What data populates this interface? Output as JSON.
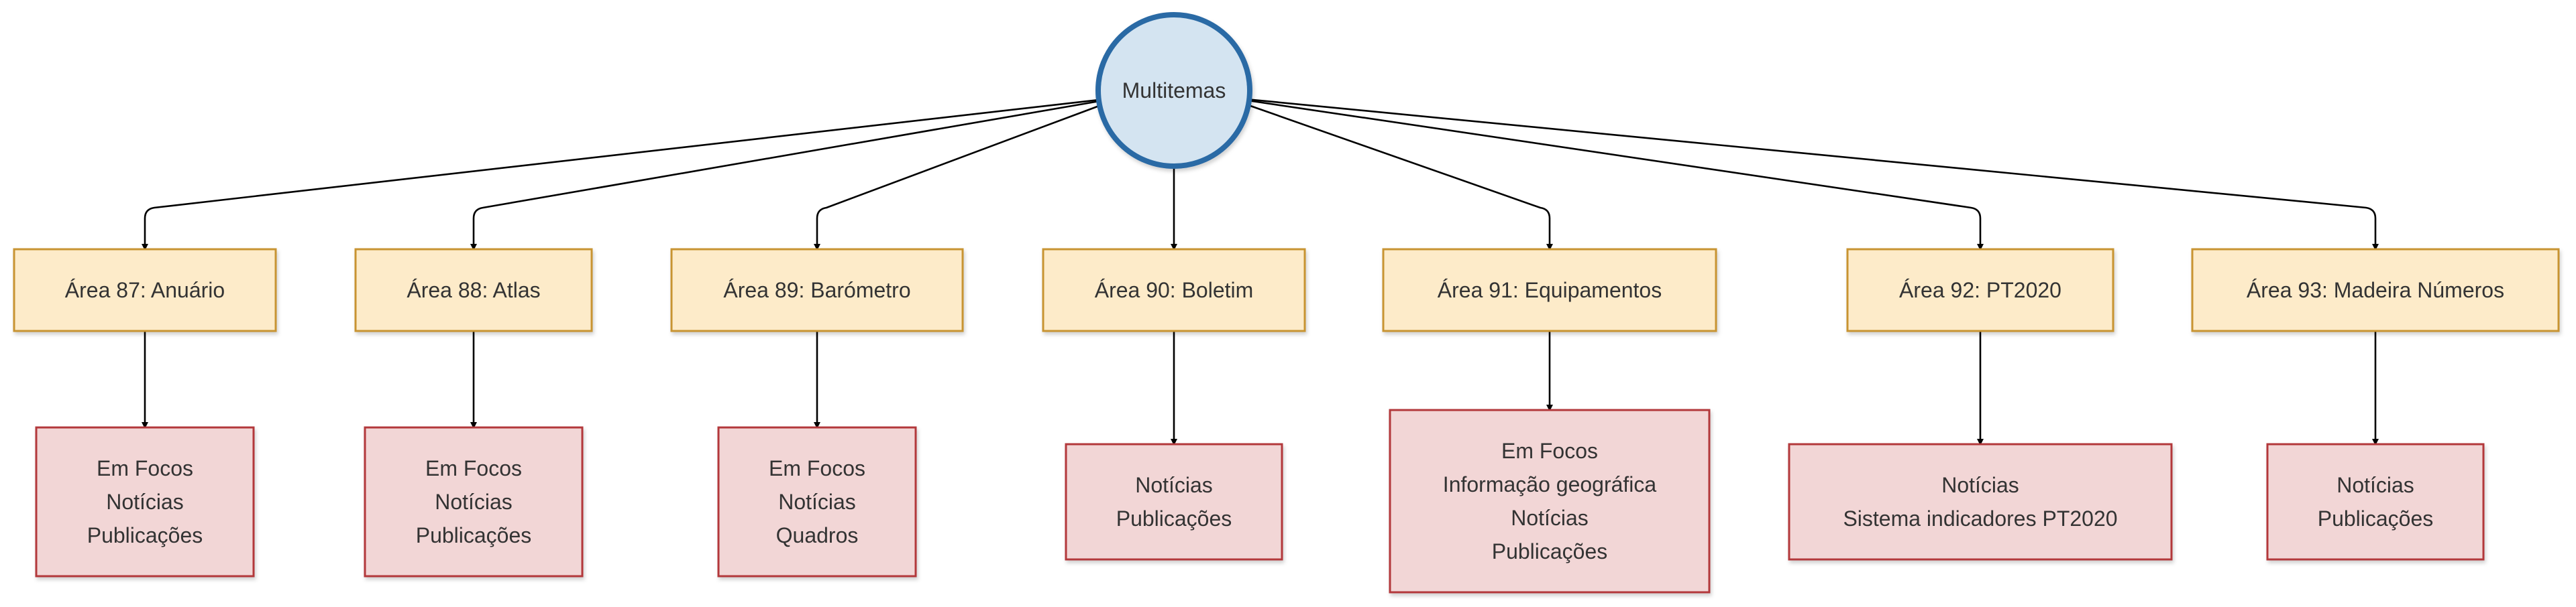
{
  "hub": {
    "label": "Multitemas",
    "fill": "#d4e4f1",
    "stroke": "#2b6aa5"
  },
  "area_style": {
    "fill": "#fdebc9",
    "stroke": "#c89432"
  },
  "topic_style": {
    "fill": "#f2d6d6",
    "stroke": "#b3383a"
  },
  "areas": [
    {
      "label": "Área 87: Anuário",
      "topics": [
        "Em Focos",
        "Notícias",
        "Publicações"
      ]
    },
    {
      "label": "Área 88: Atlas",
      "topics": [
        "Em Focos",
        "Notícias",
        "Publicações"
      ]
    },
    {
      "label": "Área 89: Barómetro",
      "topics": [
        "Em Focos",
        "Notícias",
        "Quadros"
      ]
    },
    {
      "label": "Área 90: Boletim",
      "topics": [
        "Notícias",
        "Publicações"
      ]
    },
    {
      "label": "Área 91: Equipamentos",
      "topics": [
        "Em Focos",
        "Informação geográfica",
        "Notícias",
        "Publicações"
      ]
    },
    {
      "label": "Área 92: PT2020",
      "topics": [
        "Notícias",
        "Sistema indicadores PT2020"
      ]
    },
    {
      "label": "Área 93: Madeira Números",
      "topics": [
        "Notícias",
        "Publicações"
      ]
    }
  ]
}
